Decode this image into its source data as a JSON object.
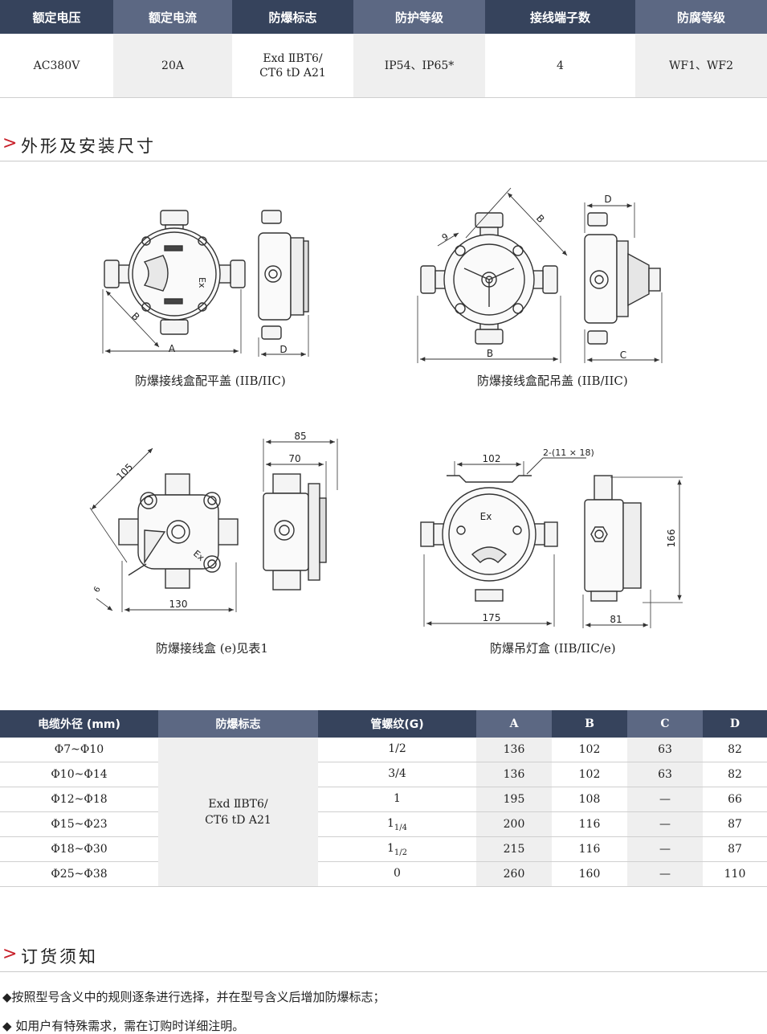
{
  "spec_table": {
    "headers": [
      "额定电压",
      "额定电流",
      "防爆标志",
      "防护等级",
      "接线端子数",
      "防腐等级"
    ],
    "voltage": "AC380V",
    "current": "20A",
    "ex_mark_line1": "Exd ⅡBT6/",
    "ex_mark_line2": "CT6 tD A21",
    "protection": "IP54、IP65*",
    "terminals": "4",
    "anticorrosion": "WF1、WF2"
  },
  "section1": {
    "arrow": ">",
    "title": "外形及安装尺寸"
  },
  "drawings": {
    "caption1": "防爆接线盒配平盖 (IIB/IIC)",
    "caption2": "防爆接线盒配吊盖 (IIB/IIC)",
    "caption3": "防爆接线盒 (e)见表1",
    "caption4": "防爆吊灯盒  (IIB/IIC/e)",
    "labels": {
      "A": "A",
      "B": "B",
      "C": "C",
      "D": "D",
      "g9": "9",
      "ex": "Ex",
      "d85": "85",
      "d70": "70",
      "d105": "105",
      "d130": "130",
      "d6": "6",
      "d102": "102",
      "d2_11x18": "2-(11 × 18)",
      "d175": "175",
      "d81": "81",
      "d166": "166"
    }
  },
  "size_table": {
    "headers": [
      "电缆外径 (mm)",
      "防爆标志",
      "管螺纹(G)",
      "A",
      "B",
      "C",
      "D"
    ],
    "ex_mark_line1": "Exd ⅡBT6/",
    "ex_mark_line2": "CT6 tD A21",
    "rows": [
      {
        "cable": "Φ7~Φ10",
        "thread": "1/2",
        "thread_sub": "",
        "a": "136",
        "b": "102",
        "c": "63",
        "d": "82"
      },
      {
        "cable": "Φ10~Φ14",
        "thread": "3/4",
        "thread_sub": "",
        "a": "136",
        "b": "102",
        "c": "63",
        "d": "82"
      },
      {
        "cable": "Φ12~Φ18",
        "thread": "1",
        "thread_sub": "",
        "a": "195",
        "b": "108",
        "c": "—",
        "d": "66"
      },
      {
        "cable": "Φ15~Φ23",
        "thread": "1",
        "thread_sub": "1/4",
        "a": "200",
        "b": "116",
        "c": "—",
        "d": "87"
      },
      {
        "cable": "Φ18~Φ30",
        "thread": "1",
        "thread_sub": "1/2",
        "a": "215",
        "b": "116",
        "c": "—",
        "d": "87"
      },
      {
        "cable": "Φ25~Φ38",
        "thread": "0",
        "thread_sub": "",
        "a": "260",
        "b": "160",
        "c": "—",
        "d": "110"
      }
    ]
  },
  "section2": {
    "arrow": ">",
    "title": "订货须知"
  },
  "notes": [
    "◆按照型号含义中的规则逐条进行选择，并在型号含义后增加防爆标志；",
    "◆ 如用户有特殊需求，需在订购时详细注明。"
  ],
  "colors": {
    "header_dark": "#36435c",
    "header_light": "#5c6883",
    "accent": "#c8202a",
    "cell_gray": "#efefef"
  }
}
